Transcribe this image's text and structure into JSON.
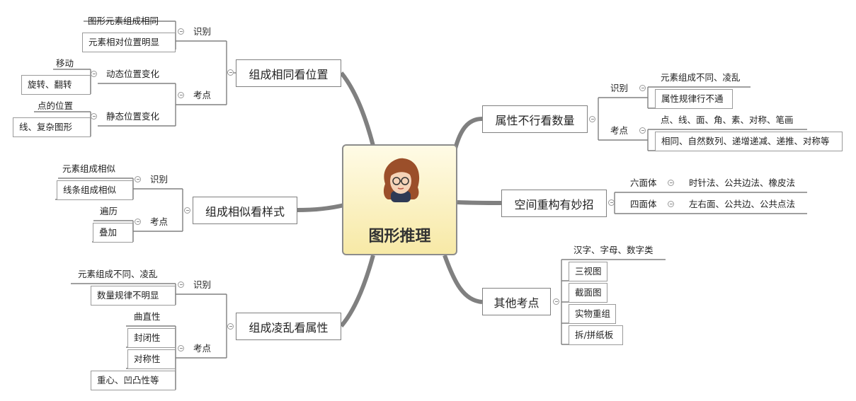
{
  "center": {
    "title": "图形推理",
    "icon": "avatar-icon"
  },
  "colors": {
    "connector": "#808080",
    "center_fill": "#f7e9a6",
    "border": "#808080"
  },
  "left_branches": [
    {
      "label": "组成相同看位置",
      "groups": [
        {
          "label": "识别",
          "items": [
            "图形元素组成相同",
            "元素相对位置明显"
          ]
        },
        {
          "label": "考点",
          "subgroups": [
            {
              "label": "动态位置变化",
              "items": [
                "移动",
                "旋转、翻转"
              ]
            },
            {
              "label": "静态位置变化",
              "items": [
                "点的位置",
                "线、复杂图形"
              ]
            }
          ]
        }
      ]
    },
    {
      "label": "组成相似看样式",
      "groups": [
        {
          "label": "识别",
          "items": [
            "元素组成相似",
            "线条组成相似"
          ]
        },
        {
          "label": "考点",
          "items": [
            "遍历",
            "叠加"
          ]
        }
      ]
    },
    {
      "label": "组成凌乱看属性",
      "groups": [
        {
          "label": "识别",
          "items": [
            "元素组成不同、凌乱",
            "数量规律不明显"
          ]
        },
        {
          "label": "考点",
          "items": [
            "曲直性",
            "封闭性",
            "对称性",
            "重心、凹凸性等"
          ]
        }
      ]
    }
  ],
  "right_branches": [
    {
      "label": "属性不行看数量",
      "groups": [
        {
          "label": "识别",
          "items": [
            "元素组成不同、凌乱",
            "属性规律行不通"
          ]
        },
        {
          "label": "考点",
          "items": [
            "点、线、面、角、素、对称、笔画",
            "相同、自然数列、递增递减、递推、对称等"
          ]
        }
      ]
    },
    {
      "label": "空间重构有妙招",
      "groups": [
        {
          "label": "六面体",
          "items": [
            "时针法、公共边法、橡皮法"
          ]
        },
        {
          "label": "四面体",
          "items": [
            "左右面、公共边、公共点法"
          ]
        }
      ]
    },
    {
      "label": "其他考点",
      "items": [
        "汉字、字母、数字类",
        "三视图",
        "截面图",
        "实物重组",
        "拆/拼纸板"
      ]
    }
  ]
}
